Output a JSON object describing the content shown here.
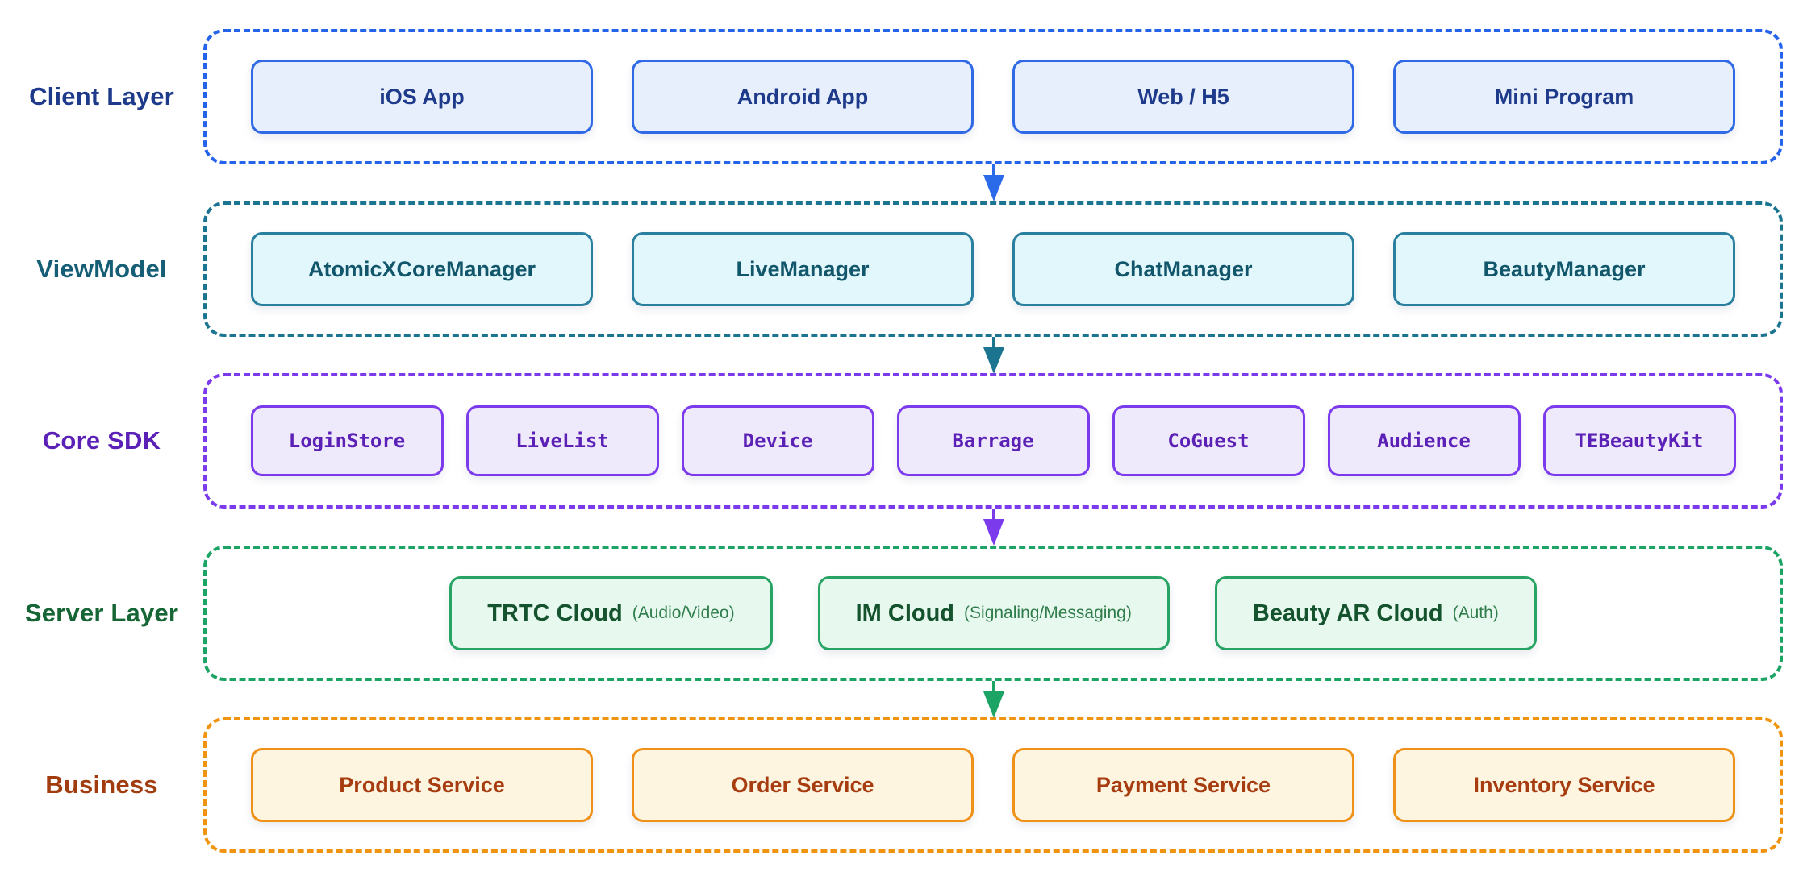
{
  "diagram": {
    "layers": [
      {
        "label": "Client Layer",
        "accent_color": "#2563eb",
        "label_color": "#1e3a8a",
        "node_fill": "#e8effc",
        "boxes": [
          {
            "label": "iOS App"
          },
          {
            "label": "Android App"
          },
          {
            "label": "Web / H5"
          },
          {
            "label": "Mini Program"
          }
        ]
      },
      {
        "label": "ViewModel",
        "accent_color": "#1b7591",
        "label_color": "#155e75",
        "node_fill": "#e1f7fb",
        "boxes": [
          {
            "label": "AtomicXCoreManager"
          },
          {
            "label": "LiveManager"
          },
          {
            "label": "ChatManager"
          },
          {
            "label": "BeautyManager"
          }
        ]
      },
      {
        "label": "Core SDK",
        "accent_color": "#7c3aed",
        "label_color": "#5b21b6",
        "node_fill": "#efe9fc",
        "boxes": [
          {
            "label": "LoginStore"
          },
          {
            "label": "LiveList"
          },
          {
            "label": "Device"
          },
          {
            "label": "Barrage"
          },
          {
            "label": "CoGuest"
          },
          {
            "label": "Audience"
          },
          {
            "label": "TEBeautyKit"
          }
        ]
      },
      {
        "label": "Server Layer",
        "accent_color": "#1ca465",
        "label_color": "#166534",
        "node_fill": "#e7f8ee",
        "boxes": [
          {
            "label": "TRTC Cloud",
            "note": "(Audio/Video)"
          },
          {
            "label": "IM Cloud",
            "note": "(Signaling/Messaging)"
          },
          {
            "label": "Beauty AR Cloud",
            "note": "(Auth)"
          }
        ]
      },
      {
        "label": "Business",
        "accent_color": "#f0930f",
        "label_color": "#a13c0e",
        "node_fill": "#fdf5e0",
        "boxes": [
          {
            "label": "Product Service"
          },
          {
            "label": "Order Service"
          },
          {
            "label": "Payment Service"
          },
          {
            "label": "Inventory Service"
          }
        ]
      }
    ],
    "arrows": [
      {
        "name": "client-to-viewmodel",
        "color": "#2b6ae8"
      },
      {
        "name": "viewmodel-to-coresdk",
        "color": "#1b7591"
      },
      {
        "name": "coresdk-to-server",
        "color": "#7c3aed"
      },
      {
        "name": "server-to-business",
        "color": "#1ca465"
      }
    ]
  }
}
